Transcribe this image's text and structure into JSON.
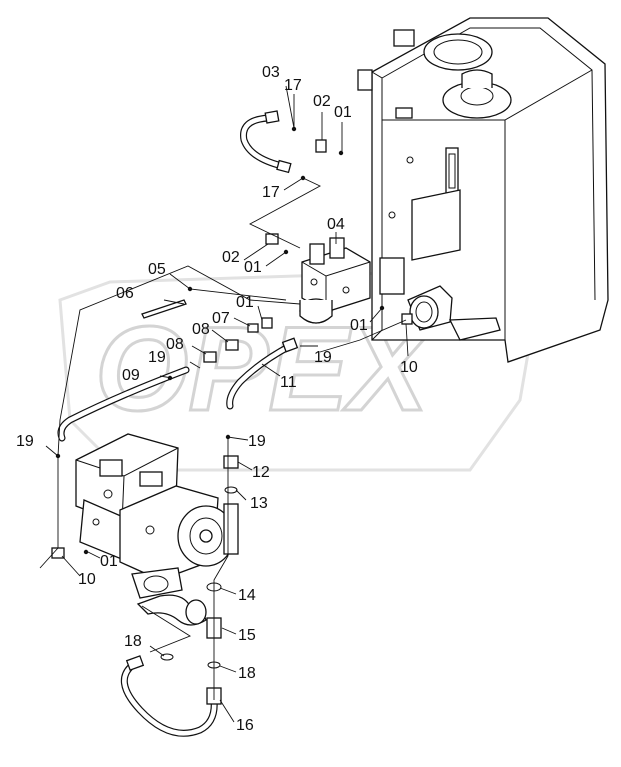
{
  "watermark": "OPEX",
  "callouts": [
    {
      "id": "c-03a",
      "text": "03"
    },
    {
      "id": "c-17a",
      "text": "17"
    },
    {
      "id": "c-02a",
      "text": "02"
    },
    {
      "id": "c-01a",
      "text": "01"
    },
    {
      "id": "c-17b",
      "text": "17"
    },
    {
      "id": "c-04",
      "text": "04"
    },
    {
      "id": "c-02b",
      "text": "02"
    },
    {
      "id": "c-01b",
      "text": "01"
    },
    {
      "id": "c-05",
      "text": "05"
    },
    {
      "id": "c-06",
      "text": "06"
    },
    {
      "id": "c-01c",
      "text": "01"
    },
    {
      "id": "c-07",
      "text": "07"
    },
    {
      "id": "c-08a",
      "text": "08"
    },
    {
      "id": "c-08b",
      "text": "08"
    },
    {
      "id": "c-01d",
      "text": "01"
    },
    {
      "id": "c-19a",
      "text": "19"
    },
    {
      "id": "c-09",
      "text": "09"
    },
    {
      "id": "c-19b",
      "text": "19"
    },
    {
      "id": "c-11",
      "text": "11"
    },
    {
      "id": "c-10a",
      "text": "10"
    },
    {
      "id": "c-19c",
      "text": "19"
    },
    {
      "id": "c-19d",
      "text": "19"
    },
    {
      "id": "c-12",
      "text": "12"
    },
    {
      "id": "c-13",
      "text": "13"
    },
    {
      "id": "c-01e",
      "text": "01"
    },
    {
      "id": "c-10b",
      "text": "10"
    },
    {
      "id": "c-14",
      "text": "14"
    },
    {
      "id": "c-15",
      "text": "15"
    },
    {
      "id": "c-18a",
      "text": "18"
    },
    {
      "id": "c-18b",
      "text": "18"
    },
    {
      "id": "c-16",
      "text": "16"
    }
  ]
}
